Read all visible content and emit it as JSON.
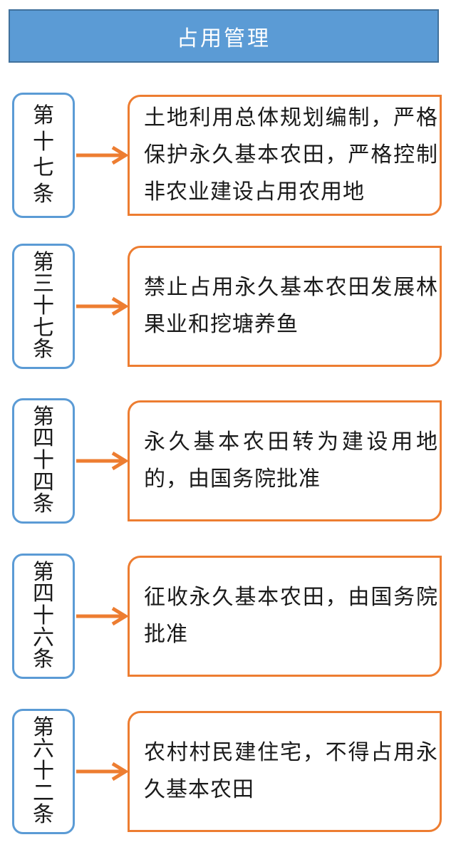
{
  "header": {
    "title": "占用管理"
  },
  "rows": [
    {
      "article": "第十七条",
      "description": "土地利用总体规划编制，严格保护永久基本农田，严格控制非农业建设占用农用地"
    },
    {
      "article": "第三十七条",
      "description": "禁止占用永久基本农田发展林果业和挖塘养鱼"
    },
    {
      "article": "第四十四条",
      "description": "永久基本农田转为建设用地的，由国务院批准"
    },
    {
      "article": "第四十六条",
      "description": "征收永久基本农田，由国务院批准"
    },
    {
      "article": "第六十二条",
      "description": "农村村民建住宅，不得占用永久基本农田"
    }
  ],
  "icons": {
    "row_connector": "arrow-right"
  },
  "colors": {
    "blue_fill": "#5B9BD5",
    "blue_border_dark": "#41719C",
    "blue": "#5B9BD5",
    "orange": "#ED7D31",
    "text": "#1a1a1a",
    "header_text": "#ffffff"
  }
}
